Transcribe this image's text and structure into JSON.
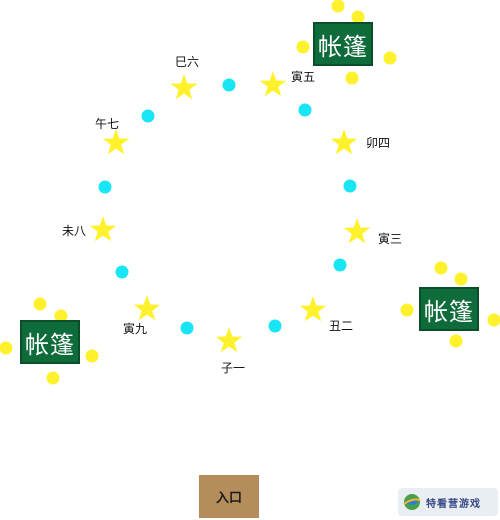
{
  "colors": {
    "background": "#ffffff",
    "star": "#fff12b",
    "cyan_dot": "#18e6f5",
    "yellow_dot": "#fff12b",
    "tent_fill": "#0e6b3a",
    "tent_text": "#ffffff",
    "entrance_fill": "#b58c5c",
    "label_text": "#111111"
  },
  "stars": [
    {
      "label": "子一",
      "icon": "star-icon"
    },
    {
      "label": "丑二",
      "icon": "star-icon"
    },
    {
      "label": "寅三",
      "icon": "star-icon"
    },
    {
      "label": "卯四",
      "icon": "star-icon"
    },
    {
      "label": "寅五",
      "icon": "star-icon"
    },
    {
      "label": "巳六",
      "icon": "star-icon"
    },
    {
      "label": "午七",
      "icon": "star-icon"
    },
    {
      "label": "未八",
      "icon": "star-icon"
    },
    {
      "label": "寅九",
      "icon": "star-icon"
    }
  ],
  "tents": [
    {
      "label": "帐篷"
    },
    {
      "label": "帐篷"
    },
    {
      "label": "帐篷"
    }
  ],
  "entrance": {
    "label": "入口"
  },
  "watermark": {
    "text": "特看营游戏",
    "icon": "globe-logo-icon"
  }
}
